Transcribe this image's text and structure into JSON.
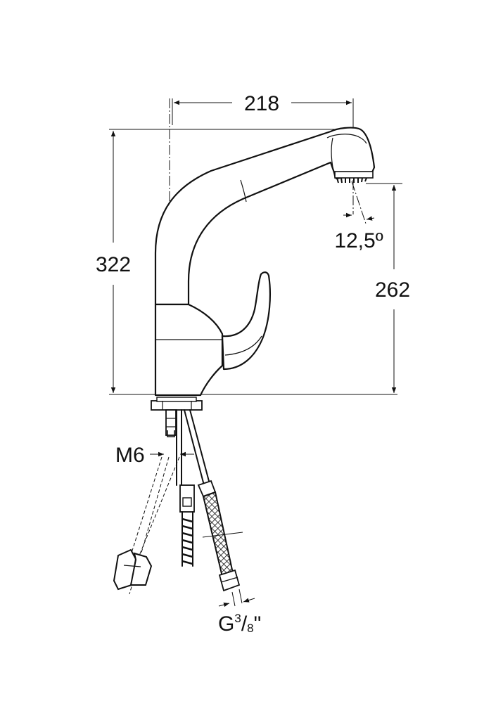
{
  "dimensions": {
    "width_label": "218",
    "height_label": "322",
    "spout_height_label": "262",
    "angle_label": "12,5º",
    "thread_label": "M6",
    "connection": {
      "prefix": "G",
      "numerator": "3",
      "slash": "/",
      "denominator": "8",
      "suffix": "\""
    }
  }
}
